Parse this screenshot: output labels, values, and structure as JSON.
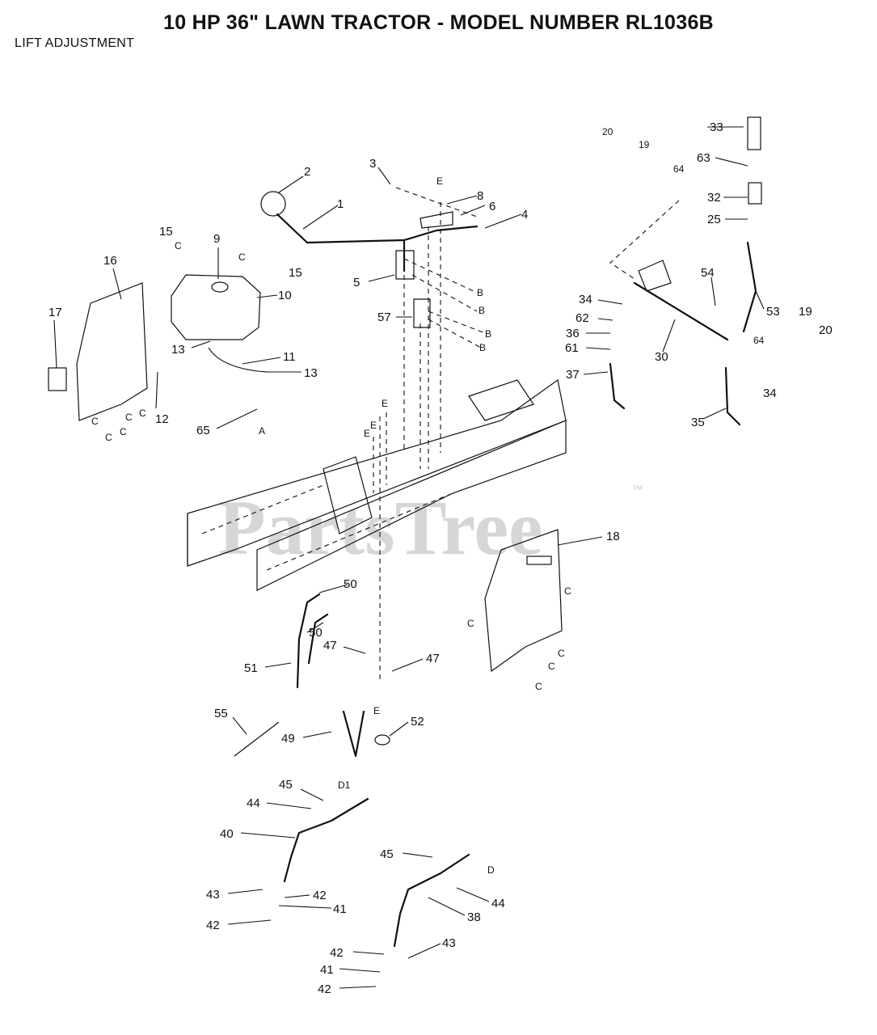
{
  "header": {
    "title": "10 HP 36\" LAWN TRACTOR - MODEL NUMBER RL1036B",
    "subtitle": "LIFT ADJUSTMENT"
  },
  "watermark": {
    "brand": "PartsTree",
    "mark": "™"
  },
  "callouts": [
    {
      "id": "c1",
      "text": "1"
    },
    {
      "id": "c2",
      "text": "2"
    },
    {
      "id": "c3",
      "text": "3"
    },
    {
      "id": "c4",
      "text": "4"
    },
    {
      "id": "c5",
      "text": "5"
    },
    {
      "id": "c6",
      "text": "6"
    },
    {
      "id": "c8",
      "text": "8"
    },
    {
      "id": "c9",
      "text": "9"
    },
    {
      "id": "c10",
      "text": "10"
    },
    {
      "id": "c11",
      "text": "11"
    },
    {
      "id": "c12",
      "text": "12"
    },
    {
      "id": "c13a",
      "text": "13"
    },
    {
      "id": "c13b",
      "text": "13"
    },
    {
      "id": "c15a",
      "text": "15"
    },
    {
      "id": "c15b",
      "text": "15"
    },
    {
      "id": "c16",
      "text": "16"
    },
    {
      "id": "c17",
      "text": "17"
    },
    {
      "id": "c18",
      "text": "18"
    },
    {
      "id": "c19a",
      "text": "19"
    },
    {
      "id": "c19b",
      "text": "19"
    },
    {
      "id": "c20a",
      "text": "20"
    },
    {
      "id": "c20b",
      "text": "20"
    },
    {
      "id": "c25",
      "text": "25"
    },
    {
      "id": "c30",
      "text": "30"
    },
    {
      "id": "c32",
      "text": "32"
    },
    {
      "id": "c33",
      "text": "33"
    },
    {
      "id": "c34a",
      "text": "34"
    },
    {
      "id": "c34b",
      "text": "34"
    },
    {
      "id": "c35",
      "text": "35"
    },
    {
      "id": "c36",
      "text": "36"
    },
    {
      "id": "c37",
      "text": "37"
    },
    {
      "id": "c38",
      "text": "38"
    },
    {
      "id": "c40",
      "text": "40"
    },
    {
      "id": "c41a",
      "text": "41"
    },
    {
      "id": "c41b",
      "text": "41"
    },
    {
      "id": "c42a",
      "text": "42"
    },
    {
      "id": "c42b",
      "text": "42"
    },
    {
      "id": "c42c",
      "text": "42"
    },
    {
      "id": "c42d",
      "text": "42"
    },
    {
      "id": "c43a",
      "text": "43"
    },
    {
      "id": "c43b",
      "text": "43"
    },
    {
      "id": "c44a",
      "text": "44"
    },
    {
      "id": "c44b",
      "text": "44"
    },
    {
      "id": "c45a",
      "text": "45"
    },
    {
      "id": "c45b",
      "text": "45"
    },
    {
      "id": "c47a",
      "text": "47"
    },
    {
      "id": "c47b",
      "text": "47"
    },
    {
      "id": "c49",
      "text": "49"
    },
    {
      "id": "c50a",
      "text": "50"
    },
    {
      "id": "c50b",
      "text": "50"
    },
    {
      "id": "c51",
      "text": "51"
    },
    {
      "id": "c52",
      "text": "52"
    },
    {
      "id": "c53",
      "text": "53"
    },
    {
      "id": "c54",
      "text": "54"
    },
    {
      "id": "c55",
      "text": "55"
    },
    {
      "id": "c57",
      "text": "57"
    },
    {
      "id": "c61",
      "text": "61"
    },
    {
      "id": "c62",
      "text": "62"
    },
    {
      "id": "c63",
      "text": "63"
    },
    {
      "id": "c64a",
      "text": "64"
    },
    {
      "id": "c64b",
      "text": "64"
    },
    {
      "id": "c65",
      "text": "65"
    }
  ],
  "refs": {
    "A": "A",
    "B": "B",
    "C": "C",
    "D": "D",
    "D1": "D1",
    "E": "E"
  }
}
